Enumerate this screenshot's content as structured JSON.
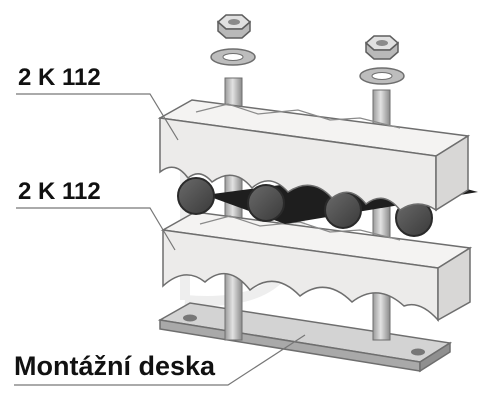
{
  "labels": {
    "top_part": "2 K 112",
    "middle_part": "2 K 112",
    "base_plate": "Montážní deska"
  },
  "colors": {
    "body": "#ecebea",
    "outline": "#6e6e6e",
    "cable": "#555555",
    "cable_dark": "#1e1e1e",
    "nut": "#cfcfcf",
    "washer": "#bdbdbd",
    "plate": "#c2c2c2",
    "leader": "#777777",
    "watermark": "#eeeeee"
  },
  "icons": [
    "hex-nut-icon",
    "washer-icon",
    "cable-icon",
    "threaded-rod-icon",
    "mounting-plate-icon"
  ]
}
